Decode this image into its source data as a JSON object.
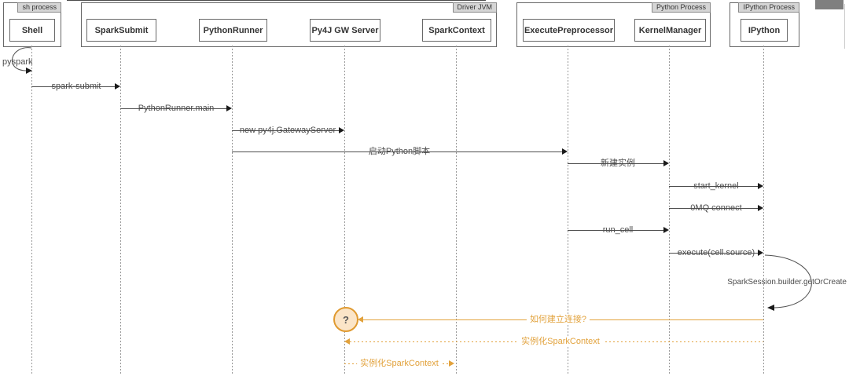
{
  "colors": {
    "orange": "#e2a23c",
    "message_gray": "#4d4d4d",
    "frame_border": "#686868",
    "tab_background": "#d5d5d5",
    "circle_fill": "#fbe5c8",
    "circle_border": "#e09a30"
  },
  "frames": [
    {
      "label": "sh process"
    },
    {
      "label": "Driver JVM"
    },
    {
      "label": "Python Process"
    },
    {
      "label": "IPython Process"
    }
  ],
  "participants": [
    {
      "name": "Shell"
    },
    {
      "name": "SparkSubmit"
    },
    {
      "name": "PythonRunner"
    },
    {
      "name": "Py4J GW Server"
    },
    {
      "name": "SparkContext"
    },
    {
      "name": "ExecutePreprocessor"
    },
    {
      "name": "KernelManager"
    },
    {
      "name": "IPython"
    }
  ],
  "messages": [
    {
      "label": "spark-submit",
      "from": "Shell",
      "to": "SparkSubmit",
      "style": "solid-gray"
    },
    {
      "label": "PythonRunner.main",
      "from": "SparkSubmit",
      "to": "PythonRunner",
      "style": "solid-gray"
    },
    {
      "label": "new py4j.GatewayServer",
      "from": "PythonRunner",
      "to": "Py4J GW Server",
      "style": "solid-gray"
    },
    {
      "label": "启动Python脚本",
      "from": "PythonRunner",
      "to": "ExecutePreprocessor",
      "style": "solid-gray"
    },
    {
      "label": "新建实例",
      "from": "ExecutePreprocessor",
      "to": "KernelManager",
      "style": "solid-gray"
    },
    {
      "label": "start_kernel",
      "from": "KernelManager",
      "to": "IPython",
      "style": "solid-gray"
    },
    {
      "label": "0MQ connect",
      "from": "KernelManager",
      "to": "IPython",
      "style": "solid-gray"
    },
    {
      "label": "run_cell",
      "from": "ExecutePreprocessor",
      "to": "KernelManager",
      "style": "solid-gray"
    },
    {
      "label": "execute(cell.source)",
      "from": "KernelManager",
      "to": "IPython",
      "style": "solid-gray"
    },
    {
      "label": "如何建立连接?",
      "from": "IPython",
      "to": "question-node",
      "style": "solid-orange"
    },
    {
      "label": "实例化SparkContext",
      "from": "IPython",
      "to": "Py4J GW Server",
      "style": "dashed-orange"
    },
    {
      "label": "实例化SparkContext",
      "from": "Py4J GW Server",
      "to": "SparkContext",
      "style": "dashed-orange"
    }
  ],
  "self_messages": [
    {
      "label": "pyspark",
      "on": "Shell"
    },
    {
      "label": "SparkSession.builder.getOrCreate",
      "on": "IPython"
    }
  ],
  "question_node": {
    "label": "?"
  }
}
